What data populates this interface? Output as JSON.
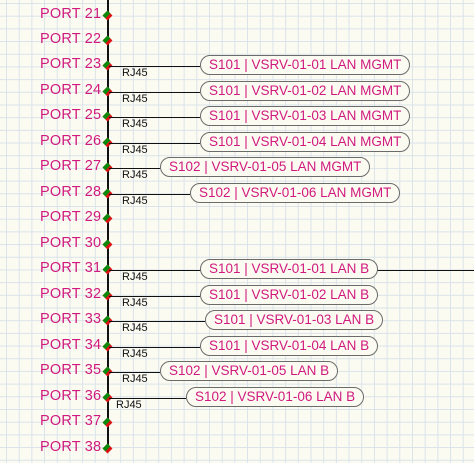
{
  "ports": [
    {
      "label": "PORT 21"
    },
    {
      "label": "PORT 22"
    },
    {
      "label": "PORT 23",
      "connector": "RJ45",
      "tag": "S101 | VSRV-01-01 LAN MGMT"
    },
    {
      "label": "PORT 24",
      "connector": "RJ45",
      "tag": "S101 | VSRV-01-02 LAN MGMT"
    },
    {
      "label": "PORT 25",
      "connector": "RJ45",
      "tag": "S101 | VSRV-01-03 LAN MGMT"
    },
    {
      "label": "PORT 26",
      "connector": "RJ45",
      "tag": "S101 | VSRV-01-04 LAN MGMT"
    },
    {
      "label": "PORT 27",
      "connector": "RJ45",
      "tag": "S102 | VSRV-01-05 LAN MGMT"
    },
    {
      "label": "PORT 28",
      "connector": "RJ45",
      "tag": "S102 | VSRV-01-06 LAN MGMT"
    },
    {
      "label": "PORT 29"
    },
    {
      "label": "PORT 30"
    },
    {
      "label": "PORT 31",
      "connector": "RJ45",
      "tag": "S101 | VSRV-01-01 LAN B"
    },
    {
      "label": "PORT 32",
      "connector": "RJ45",
      "tag": "S101 | VSRV-01-02 LAN B"
    },
    {
      "label": "PORT 33",
      "connector": "RJ45",
      "tag": "S101 | VSRV-01-03 LAN B"
    },
    {
      "label": "PORT 34",
      "connector": "RJ45",
      "tag": "S101 | VSRV-01-04 LAN B"
    },
    {
      "label": "PORT 35",
      "connector": "RJ45",
      "tag": "S102 | VSRV-01-05 LAN B"
    },
    {
      "label": "PORT 36",
      "connector": "RJ45",
      "tag": "S102 | VSRV-01-06 LAN B"
    },
    {
      "label": "PORT 37"
    },
    {
      "label": "PORT 38"
    }
  ],
  "colors": {
    "label": "#d01a7e",
    "pin_red": "#dd1111",
    "pin_green": "#0a8a0a",
    "grid": "#d9e3ea",
    "background": "#fcfbf2"
  }
}
